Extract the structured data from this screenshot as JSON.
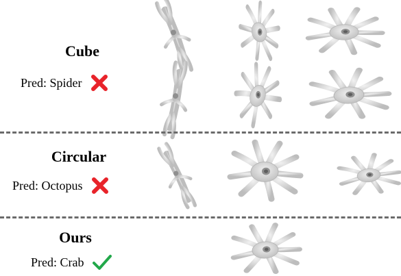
{
  "sections": [
    {
      "title": "Cube",
      "prediction": "Pred: Spider",
      "verdict": "wrong",
      "mark_icon": "cross-icon",
      "mark_color": "#e8232a"
    },
    {
      "title": "Circular",
      "prediction": "Pred: Octopus",
      "verdict": "wrong",
      "mark_icon": "cross-icon",
      "mark_color": "#e8232a"
    },
    {
      "title": "Ours",
      "prediction": "Pred: Crab",
      "verdict": "correct",
      "mark_icon": "check-icon",
      "mark_color": "#22a84a"
    }
  ],
  "colors": {
    "shape_fill": "#d9d9d9",
    "shape_shade": "#9a9a9a",
    "divider": "#6b6b6b"
  }
}
